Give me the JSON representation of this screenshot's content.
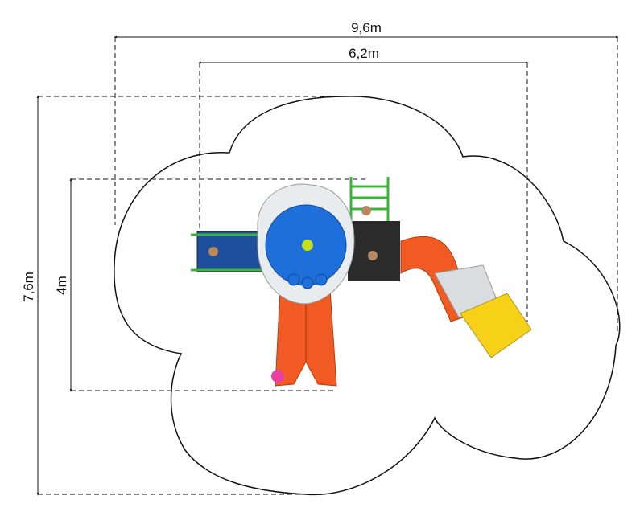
{
  "dimensions": {
    "overall_width": "9,6m",
    "equipment_width": "6,2m",
    "overall_depth": "7,6m",
    "equipment_depth": "4m"
  },
  "colors": {
    "slide_orange": "#f15a22",
    "dome_blue": "#1e6fd9",
    "tube_yellow": "#f7d117",
    "ladder_green": "#3cb43c",
    "deck_dark": "#2b2b2b",
    "hood_white": "#e8ecef"
  }
}
